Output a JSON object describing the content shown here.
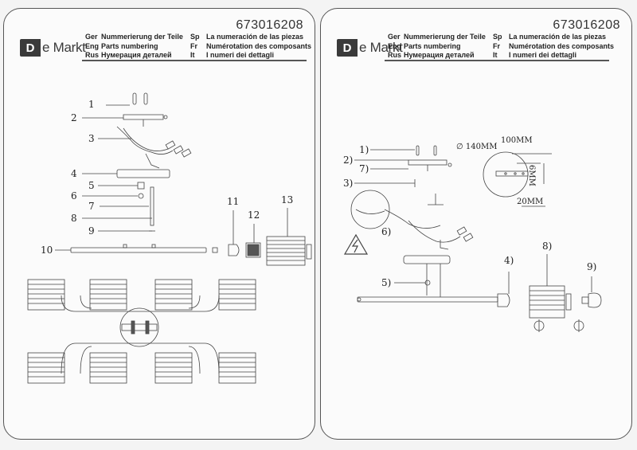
{
  "left_sheet": {
    "article_number": "673016208",
    "logo": {
      "mark": "D",
      "text": "e Markt"
    },
    "header_rows": [
      {
        "code1": "Ger",
        "text1": "Nummerierung der Teile",
        "code2": "Sp",
        "text2": "La numeración de las piezas"
      },
      {
        "code1": "Eng",
        "text1": "Parts numbering",
        "code2": "Fr",
        "text2": "Numérotation des composants"
      },
      {
        "code1": "Rus",
        "text1": "Нумерация деталей",
        "code2": "It",
        "text2": "I numeri dei dettagli"
      }
    ],
    "part_numbers": [
      "1",
      "2",
      "3",
      "4",
      "5",
      "6",
      "7",
      "8",
      "9",
      "10",
      "11",
      "12",
      "13"
    ]
  },
  "right_sheet": {
    "article_number": "673016208",
    "logo": {
      "mark": "D",
      "text": "e Markt"
    },
    "header_rows": [
      {
        "code1": "Ger",
        "text1": "Nummerierung der Teile",
        "code2": "Sp",
        "text2": "La numeración de las piezas"
      },
      {
        "code1": "Eng",
        "text1": "Parts numbering",
        "code2": "Fr",
        "text2": "Numérotation des composants"
      },
      {
        "code1": "Rus",
        "text1": "Нумерация деталей",
        "code2": "It",
        "text2": "I numeri dei dettagli"
      }
    ],
    "part_numbers": [
      "1)",
      "2)",
      "7)",
      "3)",
      "6)",
      "5)",
      "4)",
      "8)",
      "9)"
    ],
    "dimensions": {
      "diameter": "∅ 140MM",
      "width": "100MM",
      "depth": "6MM",
      "height": "20MM"
    }
  }
}
